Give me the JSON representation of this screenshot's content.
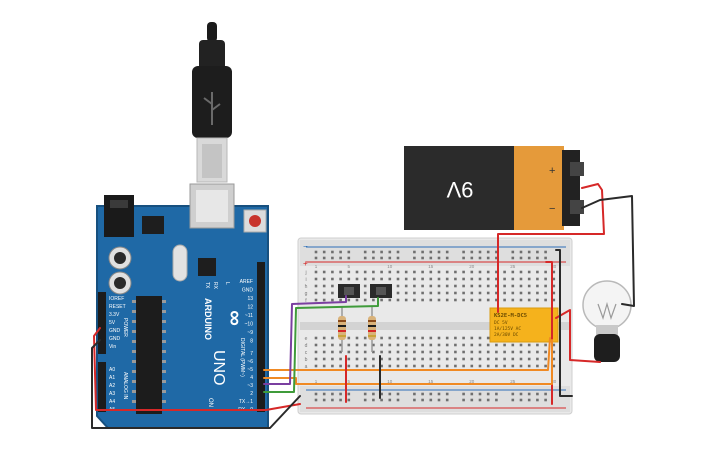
{
  "arduino": {
    "brand": "ARDUINO",
    "model": "UNO",
    "logo": "∞",
    "on_label": "ON",
    "tx_label": "TX",
    "rx_label": "RX",
    "l_label": "L",
    "power_label": "POWER",
    "analog_label": "ANALOG IN",
    "digital_label": "DIGITAL (PWM~)",
    "power_pins": [
      "IOREF",
      "RESET",
      "3.3V",
      "5V",
      "GND",
      "GND",
      "Vin"
    ],
    "analog_pins": [
      "A0",
      "A1",
      "A2",
      "A3",
      "A4",
      "A5"
    ],
    "top_pins": [
      "AREF",
      "GND",
      "13",
      "12",
      "~11",
      "~10",
      "~9",
      "8"
    ],
    "bottom_pins": [
      "7",
      "~6",
      "~5",
      "4",
      "~3",
      "2",
      "TX→1",
      "RX←0"
    ]
  },
  "battery": {
    "label": "9V",
    "plus": "+",
    "minus": "−"
  },
  "relay": {
    "model": "KS2E-M-DC5",
    "lines": [
      "DC 5V",
      "1A/125V AC",
      "2A/30V DC"
    ]
  },
  "breadboard": {
    "row_letters_top": [
      "j",
      "i",
      "h",
      "g",
      "f"
    ],
    "row_letters_bottom": [
      "e",
      "d",
      "c",
      "b",
      "a"
    ],
    "plus": "+",
    "minus": "−",
    "columns": [
      "1",
      "5",
      "10",
      "15",
      "20",
      "25",
      "30"
    ]
  },
  "colors": {
    "board": "#1f69a6",
    "board_dark": "#17507f",
    "battery_body": "#2b2b2b",
    "battery_cap": "#e59a3a",
    "relay": "#f5b21c",
    "wire_red": "#d62828",
    "wire_black": "#2a2a2a",
    "wire_orange": "#f08a24",
    "wire_purple": "#7a3fa0",
    "wire_green": "#3f9b3a"
  }
}
